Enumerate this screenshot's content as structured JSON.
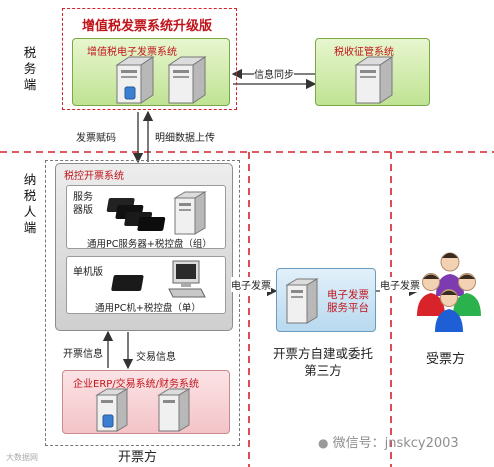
{
  "title": "增值税发票系统升级版",
  "side_tax": "税务端",
  "side_payer": "纳税人端",
  "vat_system": "增值税电子发票系统",
  "levy_system": "税收征管系统",
  "info_sync": "信息同步",
  "invoice_coding": "发票赋码",
  "detail_upload": "明细数据上传",
  "taxctrl_system": "税控开票系统",
  "server_version": "服务器版",
  "server_caption": "通用PC服务器+税控盘（组）",
  "standalone_version": "单机版",
  "standalone_caption": "通用PC机+税控盘（单）",
  "invoice_info": "开票信息",
  "trade_info": "交易信息",
  "erp_system": "企业ERP/交易系统/财务系统",
  "issuer": "开票方",
  "e_invoice_1": "电子发票",
  "e_invoice_2": "电子发票",
  "platform": "电子发票服务平台",
  "self_built": "开票方自建或委托第三方",
  "receiver": "受票方",
  "watermark": "微信号：jnskcy2003",
  "watermark_left": "大数据网",
  "colors": {
    "red": "#c0141b",
    "dash": "#d2222a"
  }
}
